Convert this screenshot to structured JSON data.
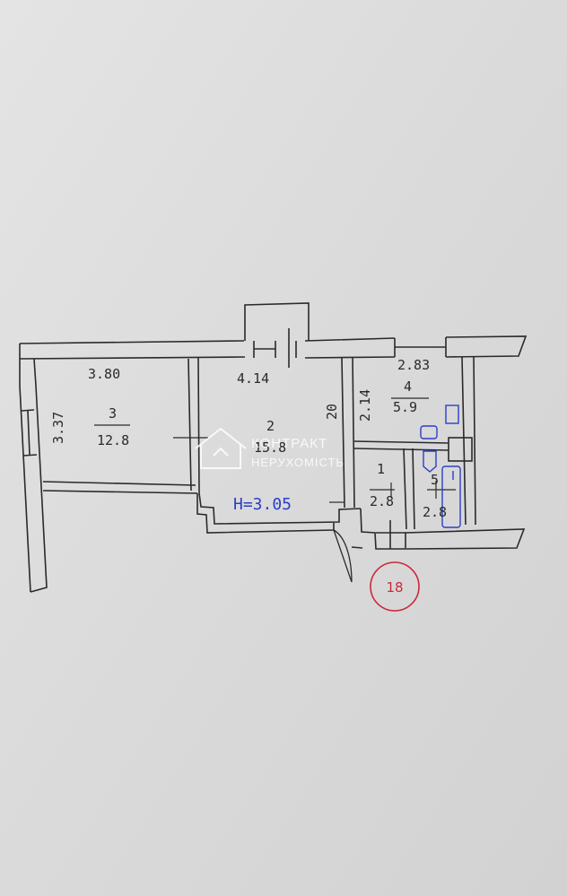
{
  "plan": {
    "dimensions": {
      "room3_width": "3.80",
      "room2_width": "4.14",
      "room4_width": "2.83",
      "room3_depth": "3.37",
      "room2_depth": "20",
      "room4_depth": "2.14"
    },
    "rooms": [
      {
        "number": "3",
        "area": "12.8"
      },
      {
        "number": "2",
        "area": "15.8"
      },
      {
        "number": "4",
        "area": "5.9"
      },
      {
        "number": "1",
        "area": "2.8"
      },
      {
        "number": "5",
        "area": "2.8"
      }
    ],
    "ceiling_height": "H=3.05",
    "apartment_number": "18"
  },
  "watermark": {
    "line1": "КОНТРАКТ",
    "line2": "НЕРУХОМІСТЬ"
  },
  "colors": {
    "paper": "#dcdcdc",
    "ink": "#2a2a2a",
    "blue_ink": "#2b3fc7",
    "stamp_red": "#c92a3c"
  }
}
